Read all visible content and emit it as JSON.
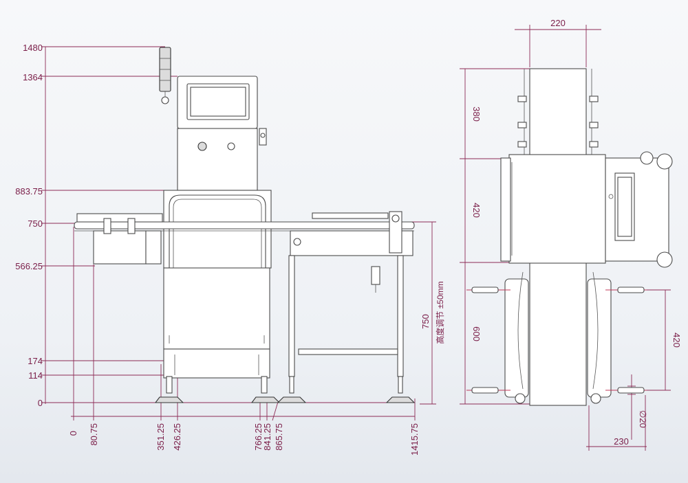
{
  "front_view": {
    "height_dims": [
      "1480",
      "1364",
      "883.75",
      "750",
      "566.25",
      "174",
      "114",
      "0"
    ],
    "width_dims": [
      "0",
      "80.75",
      "351.25",
      "426.25",
      "766.25",
      "841.25",
      "865.75",
      "1415.75"
    ],
    "right_height": "750",
    "right_note": "高度调节 ±50mm"
  },
  "side_view": {
    "top_width": "220",
    "left_dims": [
      "380",
      "420",
      "600"
    ],
    "right_dim": "420",
    "diameter": "∅20",
    "bottom_width": "230"
  }
}
